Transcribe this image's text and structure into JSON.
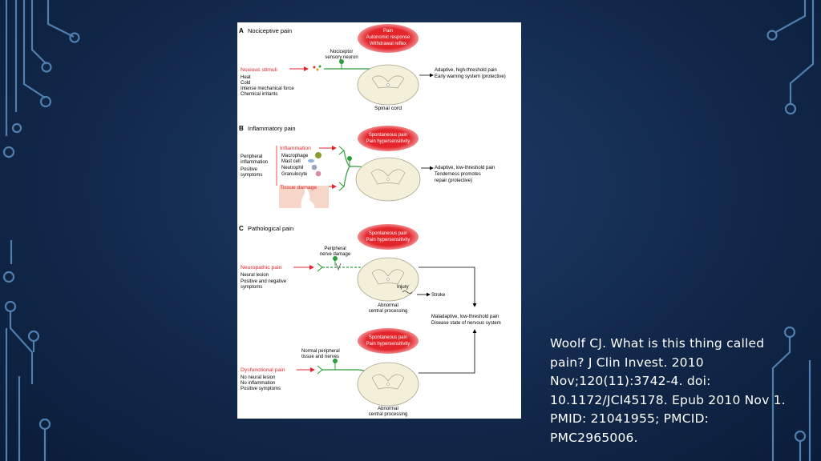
{
  "figure": {
    "panel_a": {
      "letter": "A",
      "title": "Nociceptive pain",
      "bubble": [
        "Pain",
        "Autonomic response",
        "Withdrawal reflex"
      ],
      "neuron_label": [
        "Nociceptor",
        "sensory neuron"
      ],
      "stimulus": "Noxious stimuli",
      "stimulus_list": [
        "Heat",
        "Cold",
        "Intense mechanical force",
        "Chemical irritants"
      ],
      "outcome": [
        "Adaptive, high-threshold pain",
        "Early warning system (protective)"
      ],
      "cord_label": "Spinal cord"
    },
    "panel_b": {
      "letter": "B",
      "title": "Inflammatory pain",
      "bubble": [
        "Spontaneous pain",
        "Pain hypersensitivity"
      ],
      "side_label": [
        "Peripheral",
        "inflammation",
        "Positive",
        "symptoms"
      ],
      "inflammation": "Inflammation",
      "cells": [
        "Macrophage",
        "Mast cell",
        "Neutrophil",
        "Granulocyte"
      ],
      "tissue": "Tissue damage",
      "outcome": [
        "Adaptive, low-threshold pain",
        "Tenderness promotes",
        "repair (protective)"
      ]
    },
    "panel_c": {
      "letter": "C",
      "title": "Pathological pain",
      "bubble": [
        "Spontaneous pain",
        "Pain hypersensitivity"
      ],
      "nerve_label": [
        "Peripheral",
        "nerve damage"
      ],
      "neuropathic": "Neuropathic pain",
      "neuropathic_list": [
        "Neural lesion",
        "Positive and negative",
        "symptoms"
      ],
      "injury": "Injury",
      "stroke": "Stroke",
      "central": [
        "Abnormal",
        "central processing"
      ],
      "outcome": [
        "Maladaptive, low-threshold pain",
        "Disease state of nervous system"
      ]
    },
    "panel_d": {
      "bubble": [
        "Spontaneous pain",
        "Pain hypersensitivity"
      ],
      "normal_label": [
        "Normal peripheral",
        "tissue and nerves"
      ],
      "dysfunctional": "Dysfunctional pain",
      "dysfunctional_list": [
        "No neural lesion",
        "No inflammation",
        "Positive symptoms"
      ],
      "central": [
        "Abnormal",
        "central processing"
      ]
    }
  },
  "citation": "Woolf CJ. What is this thing called pain? J Clin Invest. 2010 Nov;120(11):3742-4. doi: 10.1172/JCI45178. Epub 2010 Nov 1. PMID: 21041955; PMCID: PMC2965006.",
  "colors": {
    "red": "#e3262c",
    "green": "#2e9e3a",
    "cord": "#f3efd9"
  }
}
